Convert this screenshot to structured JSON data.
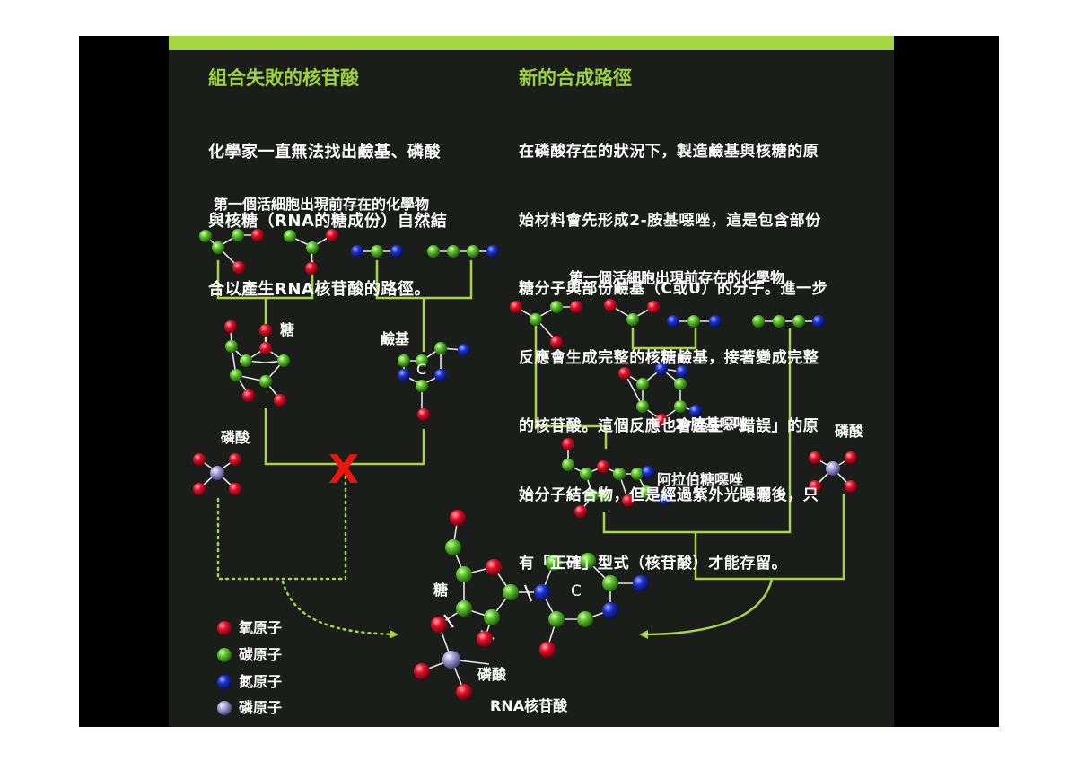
{
  "left": {
    "heading": "組合失敗的核苷酸",
    "para_lines": [
      "化學家一直無法找出鹼基、磷酸",
      "與核糖（RNA的糖成份）自然結",
      "合以產生RNA核苷酸的路徑。"
    ],
    "caption": "第一個活細胞出現前存在的化學物"
  },
  "right": {
    "heading": "新的合成路徑",
    "para_lines": [
      "在磷酸存在的狀況下，製造鹼基與核糖的原",
      "始材料會先形成2-胺基噁唑，這是包含部份",
      "糖分子與部份鹼基（C或U）的分子。進一步",
      "反應會生成完整的核糖鹼基，接著變成完整",
      "的核苷酸。這個反應也會產生「錯誤」的原",
      "始分子結合物，但是經過紫外光曝曬後，只",
      "有「正確」型式（核苷酸）才能存留。"
    ],
    "caption": "第一個活細胞出現前存在的化學物"
  },
  "labels": {
    "sugar": "糖",
    "base": "鹼基",
    "phosphate_left": "磷酸",
    "phosphate_right": "磷酸",
    "aminooxazole": "2-胺基噁唑",
    "arabinose": "阿拉伯糖噁唑",
    "sugar_bottom": "糖",
    "phosphate_bottom": "磷酸",
    "c_left": "C",
    "c_bottom": "C",
    "rna": "RNA核苷酸",
    "fail_mark": "X"
  },
  "legend": [
    {
      "label": "氧原子",
      "color": "#e8102a"
    },
    {
      "label": "碳原子",
      "color": "#5fc72e"
    },
    {
      "label": "氮原子",
      "color": "#1b33d6"
    },
    {
      "label": "磷原子",
      "color": "#a9a4dc"
    }
  ],
  "colors": {
    "accent_green": "#9ed23c",
    "line_green": "#a6d64a",
    "fail_red": "#e8160c"
  }
}
